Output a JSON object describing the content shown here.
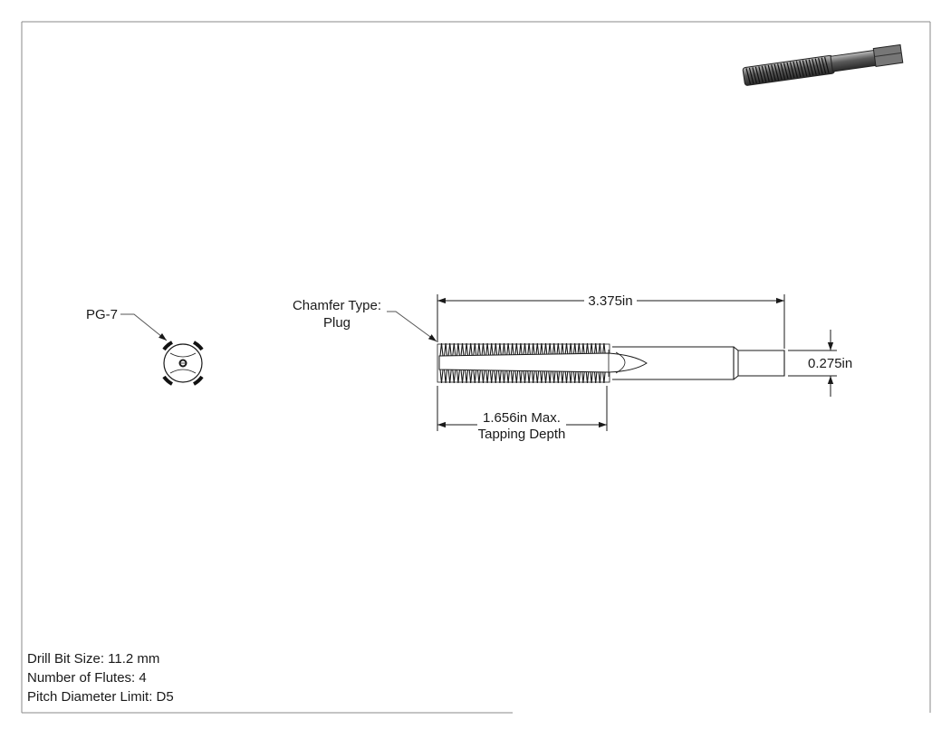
{
  "drawing": {
    "end_view_label": "PG-7",
    "chamfer": {
      "line1": "Chamfer Type:",
      "line2": "Plug"
    },
    "overall_length": "3.375in",
    "shank_diameter": "0.275in",
    "tapping_depth": {
      "line1": "1.656in Max.",
      "line2": "Tapping Depth"
    }
  },
  "specs": {
    "drill_bit": "Drill Bit Size: 11.2 mm",
    "flutes": "Number of Flutes: 4",
    "pitch_limit": "Pitch Diameter Limit: D5"
  }
}
